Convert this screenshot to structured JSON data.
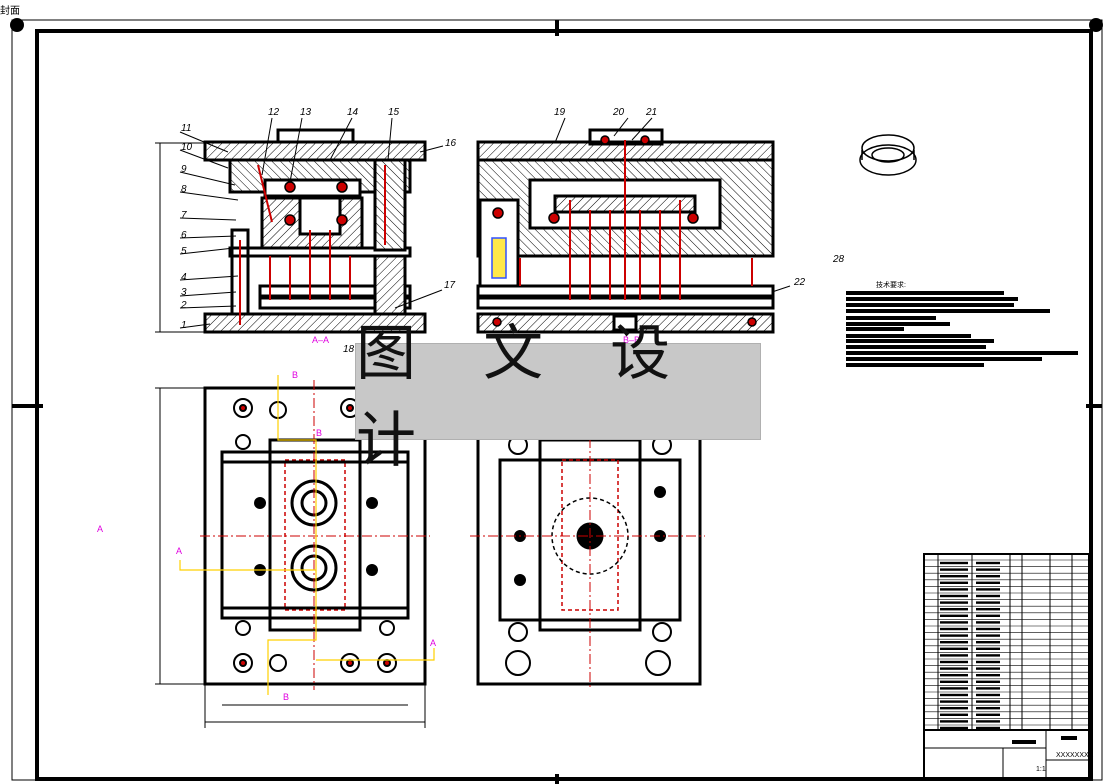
{
  "sheet": {
    "corner_label": "封面",
    "watermark": "图 文 设 计",
    "tech_req_title": "技术要求:",
    "section_labels": {
      "aa": "A–A",
      "bb": "B–B",
      "a": "A",
      "b": "B"
    },
    "part_numbers_left": [
      "1",
      "2",
      "3",
      "4",
      "5",
      "6",
      "7",
      "8",
      "9",
      "10",
      "11"
    ],
    "part_numbers_top": [
      "12",
      "13",
      "14",
      "15",
      "16",
      "17",
      "18",
      "19",
      "20",
      "21",
      "22",
      "28"
    ],
    "drawing_number": "XXXXXXXX",
    "scale": "1:1",
    "colors": {
      "line": "#000000",
      "pin": "#cc0000",
      "section": "#e000e0",
      "dim": "#ffd000",
      "watermark_bg": "#c8c8c8"
    }
  }
}
